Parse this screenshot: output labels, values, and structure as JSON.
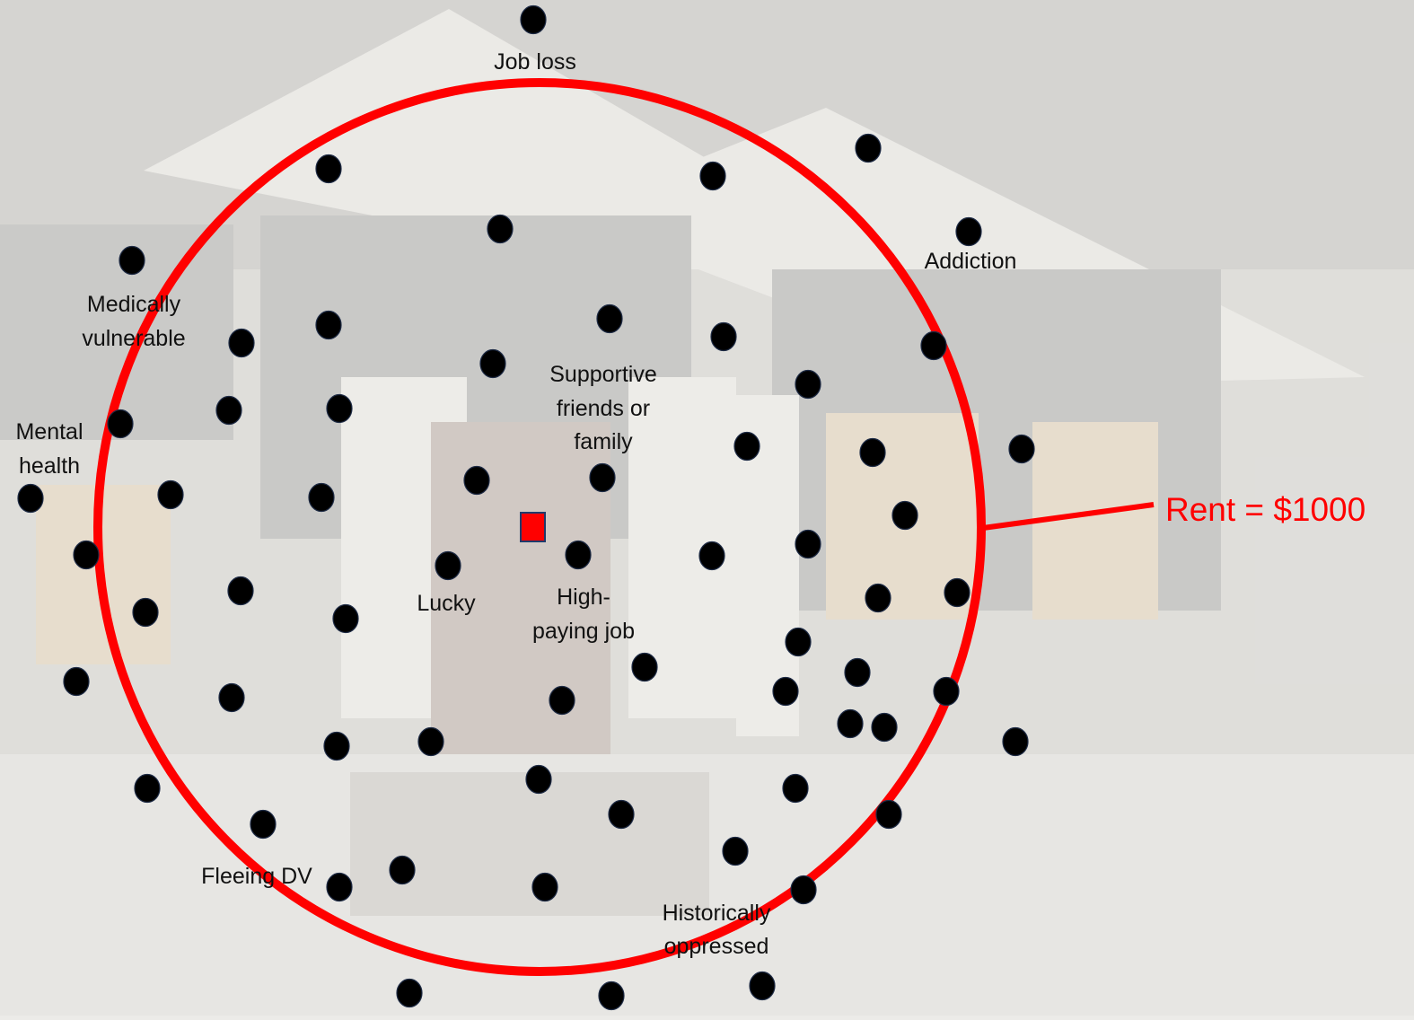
{
  "diagram": {
    "labels": {
      "job_loss": "Job loss",
      "addiction": "Addiction",
      "medically_vulnerable": [
        "Medically",
        "vulnerable"
      ],
      "mental_health": [
        "Mental",
        "health"
      ],
      "supportive": [
        "Supportive",
        "friends or",
        "family"
      ],
      "lucky": "Lucky",
      "high_paying": [
        "High-",
        "paying job"
      ],
      "fleeing_dv": "Fleeing DV",
      "historically_oppressed": [
        "Historically",
        "oppressed"
      ]
    },
    "rent_label": "Rent = $1000"
  },
  "colors": {
    "threshold_circle": "#ff0000",
    "dot": "#000000",
    "marker": "#ff0000",
    "rent_text": "#ff0000",
    "background": "#ecebe8"
  },
  "icons": {
    "dot": "person-dot-icon",
    "marker": "square-marker-icon",
    "background": "house-photo-background"
  }
}
